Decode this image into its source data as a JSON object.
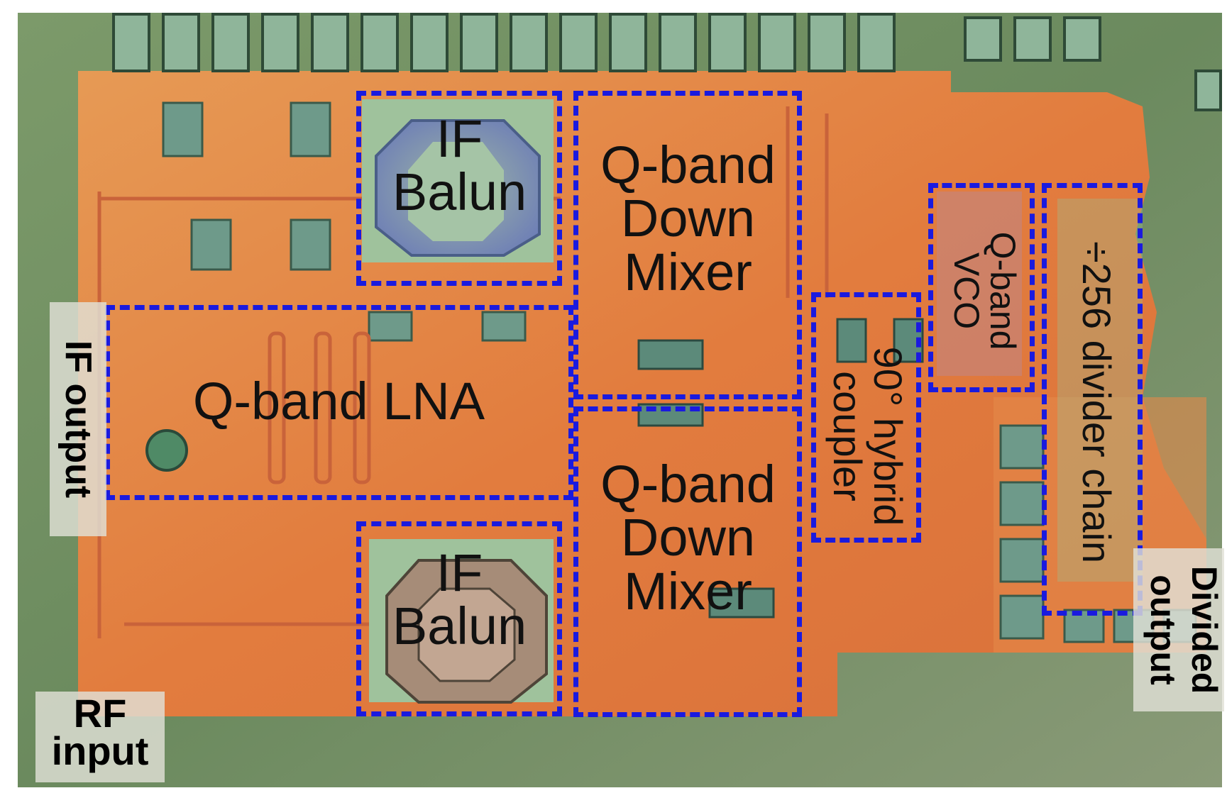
{
  "blocks": {
    "if_balun_top": {
      "line1": "IF",
      "line2": "Balun"
    },
    "q_band_lna": {
      "text": "Q-band LNA"
    },
    "if_balun_bottom": {
      "line1": "IF",
      "line2": "Balun"
    },
    "mixer_top": {
      "line1": "Q-band",
      "line2": "Down",
      "line3": "Mixer"
    },
    "mixer_bottom": {
      "line1": "Q-band",
      "line2": "Down",
      "line3": "Mixer"
    },
    "hybrid_coupler": {
      "line1": "90° hybrid",
      "line2": "coupler"
    },
    "vco": {
      "line1": "Q-band",
      "line2": "VCO"
    },
    "divider_chain": {
      "text": "÷256 divider chain"
    }
  },
  "ports": {
    "if_output": {
      "text": "IF output"
    },
    "rf_input": {
      "line1": "RF",
      "line2": "input"
    },
    "divided_output": {
      "line1": "Divided",
      "line2": "output"
    }
  },
  "colors": {
    "block_outline": "#1a1adf",
    "die_metal": "#e07a3c",
    "substrate": "#6f8e62"
  }
}
